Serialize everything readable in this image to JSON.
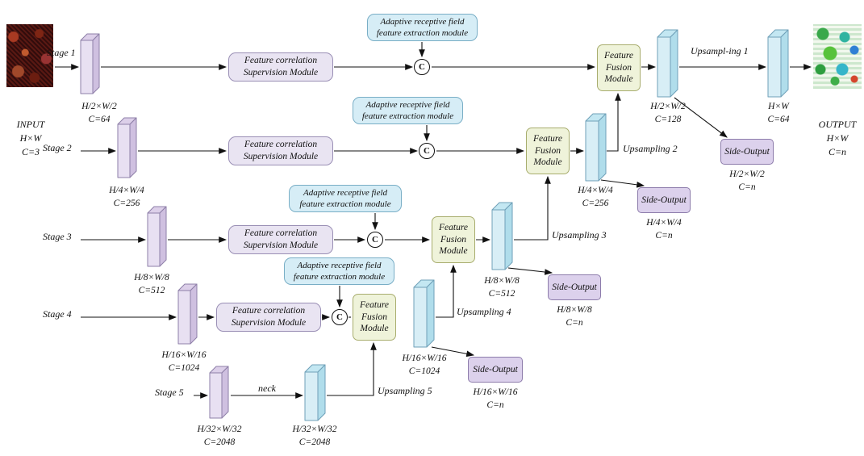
{
  "figure": {
    "input": {
      "name": "INPUT",
      "dims": "H×W",
      "channels": "C=3"
    },
    "output": {
      "name": "OUTPUT",
      "dims": "H×W",
      "channels": "C=n"
    },
    "stage_labels": [
      "Stage 1",
      "Stage 2",
      "Stage 3",
      "Stage 4",
      "Stage 5"
    ],
    "encoder_maps": [
      {
        "dims": "H/2×W/2",
        "channels": "C=64"
      },
      {
        "dims": "H/4×W/4",
        "channels": "C=256"
      },
      {
        "dims": "H/8×W/8",
        "channels": "C=512"
      },
      {
        "dims": "H/16×W/16",
        "channels": "C=1024"
      },
      {
        "dims": "H/32×W/32",
        "channels": "C=2048"
      }
    ],
    "decoder_maps": [
      {
        "dims": "H×W",
        "channels": "C=64"
      },
      {
        "dims": "H/2×W/2",
        "channels": "C=128"
      },
      {
        "dims": "H/4×W/4",
        "channels": "C=256"
      },
      {
        "dims": "H/8×W/8",
        "channels": "C=512"
      },
      {
        "dims": "H/16×W/16",
        "channels": "C=1024"
      },
      {
        "dims": "H/32×W/32",
        "channels": "C=2048"
      }
    ],
    "side_outputs": [
      {
        "label": "Side-Output",
        "dims": "H/2×W/2",
        "channels": "C=n"
      },
      {
        "label": "Side-Output",
        "dims": "H/4×W/4",
        "channels": "C=n"
      },
      {
        "label": "Side-Output",
        "dims": "H/8×W/8",
        "channels": "C=n"
      },
      {
        "label": "Side-Output",
        "dims": "H/16×W/16",
        "channels": "C=n"
      }
    ],
    "upsampling_labels": [
      "Upsampl-ing 1",
      "Upsampling 2",
      "Upsampling 3",
      "Upsampling 4",
      "Upsampling 5"
    ],
    "neck_label": "neck",
    "concat_symbol": "C",
    "modules": {
      "fcs": {
        "line1": "Feature correlation",
        "line2": "Supervision Module"
      },
      "arf": {
        "line1": "Adaptive receptive field",
        "line2": "feature extraction module"
      },
      "ffm": {
        "line1": "Feature",
        "line2": "Fusion",
        "line3": "Module"
      }
    },
    "colors": {
      "fcs_fill": "#e9e4f2",
      "fcs_border": "#9a8fb5",
      "arf_fill": "#d6edf6",
      "arf_border": "#79aec6",
      "ffm_fill": "#eff3da",
      "ffm_border": "#a8ad6e",
      "side_output_fill": "#dcd1ec",
      "side_output_border": "#8d7cab",
      "encoder_slab": "#e8e0f2",
      "decoder_slab": "#d8eef6",
      "arrow": "#111111"
    }
  }
}
